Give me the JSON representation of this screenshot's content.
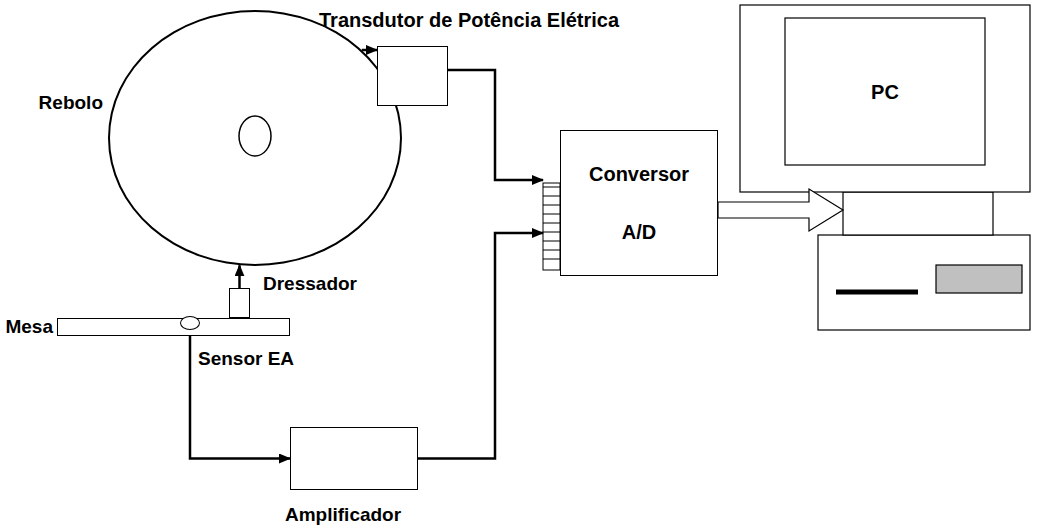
{
  "diagram": {
    "nodes": [
      {
        "text": [
          "Rebolo"
        ]
      },
      {
        "text": [
          "Transdutor de Potência Elétrica"
        ]
      },
      {
        "text": [
          "Conversor A/D"
        ]
      },
      {
        "text": [
          "PC"
        ]
      },
      {
        "text": [
          "Dressador"
        ]
      },
      {
        "text": [
          "Mesa"
        ]
      },
      {
        "text": [
          "Sensor EA"
        ]
      },
      {
        "text": [
          "Amplificador"
        ]
      }
    ],
    "edges": [
      {
        "from": 0,
        "to": 1,
        "arrow": "to"
      },
      {
        "from": 1,
        "to": 2,
        "arrow": "to"
      },
      {
        "from": 2,
        "to": 3,
        "arrow": "to"
      },
      {
        "from": 4,
        "to": 0,
        "arrow": "to"
      },
      {
        "from": 6,
        "to": 7,
        "arrow": "to"
      },
      {
        "from": 7,
        "to": 2,
        "arrow": "to"
      }
    ]
  }
}
